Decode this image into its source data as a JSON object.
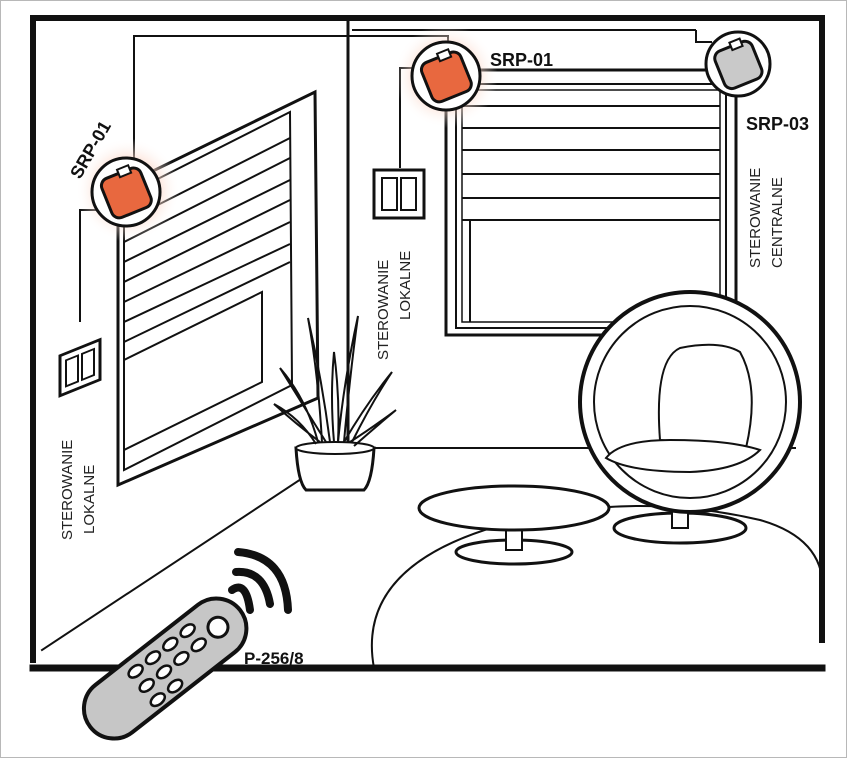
{
  "labels": {
    "device_left": "SRP-01",
    "device_center": "SRP-01",
    "device_right": "SRP-03",
    "control_local_left": [
      "STEROWANIE",
      "LOKALNE"
    ],
    "control_local_center": [
      "STEROWANIE",
      "LOKALNE"
    ],
    "control_central": [
      "STEROWANIE",
      "CENTRALNE"
    ],
    "remote": "P-256/8"
  },
  "colors": {
    "active_module": "#e8683f",
    "active_glow": "#f7b59a",
    "central_module": "#c9c9c9",
    "remote_body": "#c6c6c6",
    "line": "#111111"
  },
  "icons": [
    "roller-shutter-icon",
    "wall-switch-icon",
    "control-module-icon",
    "remote-control-icon",
    "signal-waves-icon",
    "plant-icon",
    "ball-chair-icon",
    "coffee-table-icon"
  ]
}
